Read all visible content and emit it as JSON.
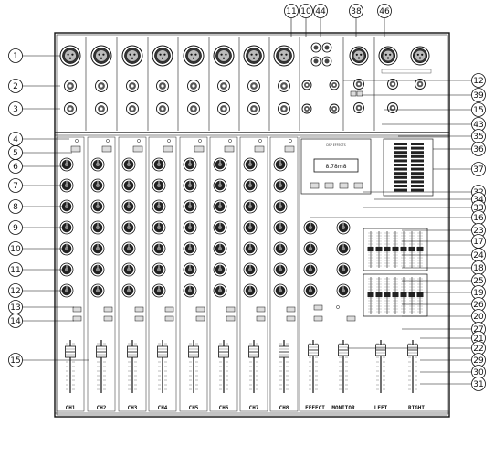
{
  "diagram": {
    "channel_labels": [
      "CH1",
      "CH2",
      "CH3",
      "CH4",
      "CH5",
      "CH6",
      "CH7",
      "CH8"
    ],
    "master_labels": [
      "EFFECT",
      "MONITOR",
      "LEFT",
      "RIGHT"
    ],
    "left_callouts": [
      "1",
      "2",
      "3",
      "4",
      "5",
      "6",
      "7",
      "8",
      "9",
      "10",
      "11",
      "12",
      "13",
      "14",
      "15"
    ],
    "top_callouts": [
      "11",
      "10",
      "44",
      "38",
      "46"
    ],
    "right_callouts": [
      "12",
      "39",
      "15",
      "43",
      "35",
      "36",
      "37",
      "32",
      "34",
      "33",
      "16",
      "23",
      "17",
      "24",
      "18",
      "25",
      "19",
      "26",
      "20",
      "27",
      "21",
      "22",
      "29",
      "30",
      "31"
    ],
    "effects_display": "8.78m8"
  }
}
